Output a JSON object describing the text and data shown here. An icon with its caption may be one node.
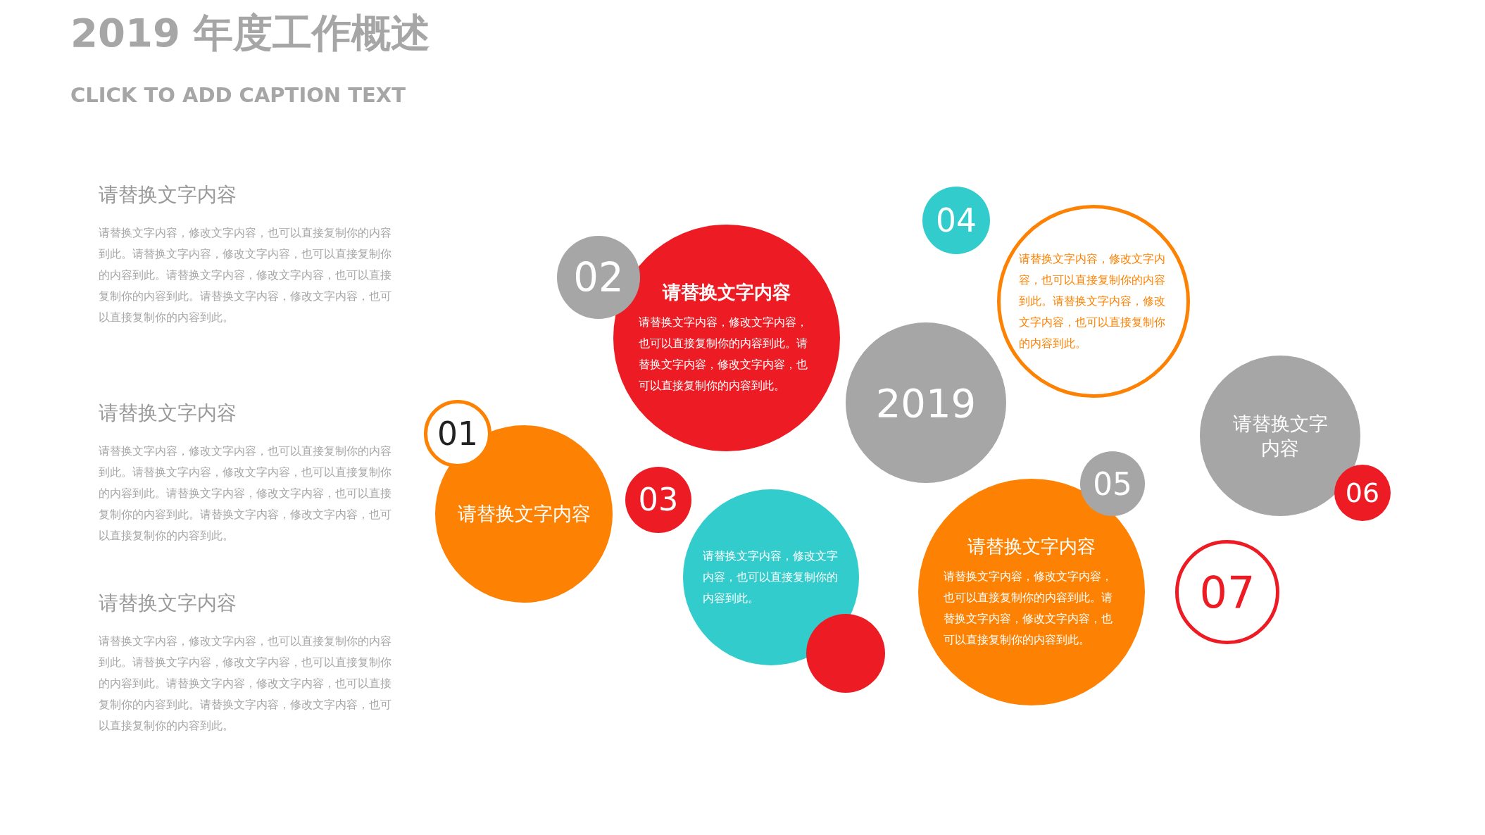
{
  "diagram": {
    "title": "2019 年度工作概述",
    "caption": "CLICK TO ADD CAPTION TEXT",
    "nodes": [
      {
        "text": [
          "02"
        ]
      },
      {
        "text": [
          "请替换文字内容",
          "请替换文字内容，修改文字内容，也可以直接复制你的内容到此。请替换文字内容，修改文字内容，也可以直接复制你的内容到此。"
        ]
      },
      {
        "text": [
          "04"
        ]
      },
      {
        "text": [
          "请替换文字内容，修改文字内容，也可以直接复制你的内容到此。请替换文字内容，修改文字内容，也可以直接复制你的内容到此。"
        ]
      },
      {
        "text": [
          "2019"
        ]
      },
      {
        "text": [
          "请替换文字内容"
        ]
      },
      {
        "text": [
          "01"
        ]
      },
      {
        "text": [
          "请替换文字内容"
        ]
      },
      {
        "text": [
          "03"
        ]
      },
      {
        "text": [
          "05"
        ]
      },
      {
        "text": [
          "06"
        ]
      },
      {
        "text": [
          "请替换文字内容",
          "请替换文字内容，修改文字内容，也可以直接复制你的内容到此。请替换文字内容，修改文字内容，也可以直接复制你的内容到此。"
        ]
      },
      {
        "text": [
          "请替换文字内容，修改文字内容，也可以直接复制你的内容到此。"
        ]
      },
      {
        "text": [
          "07"
        ]
      },
      {
        "text": [],
        "shape": "circle"
      }
    ],
    "labels": [
      "请替换文字内容",
      "请替换文字内容，修改文字内容，也可以直接复制你的内容到此。请替换文字内容，修改文字内容，也可以直接复制你的内容到此。请替换文字内容，修改文字内容，也可以直接复制你的内容到此。请替换文字内容，修改文字内容，也可以直接复制你的内容到此。",
      "请替换文字内容",
      "请替换文字内容，修改文字内容，也可以直接复制你的内容到此。请替换文字内容，修改文字内容，也可以直接复制你的内容到此。请替换文字内容，修改文字内容，也可以直接复制你的内容到此。请替换文字内容，修改文字内容，也可以直接复制你的内容到此。",
      "请替换文字内容",
      "请替换文字内容，修改文字内容，也可以直接复制你的内容到此。请替换文字内容，修改文字内容，也可以直接复制你的内容到此。请替换文字内容，修改文字内容，也可以直接复制你的内容到此。请替换文字内容，修改文字内容，也可以直接复制你的内容到此。"
    ]
  }
}
